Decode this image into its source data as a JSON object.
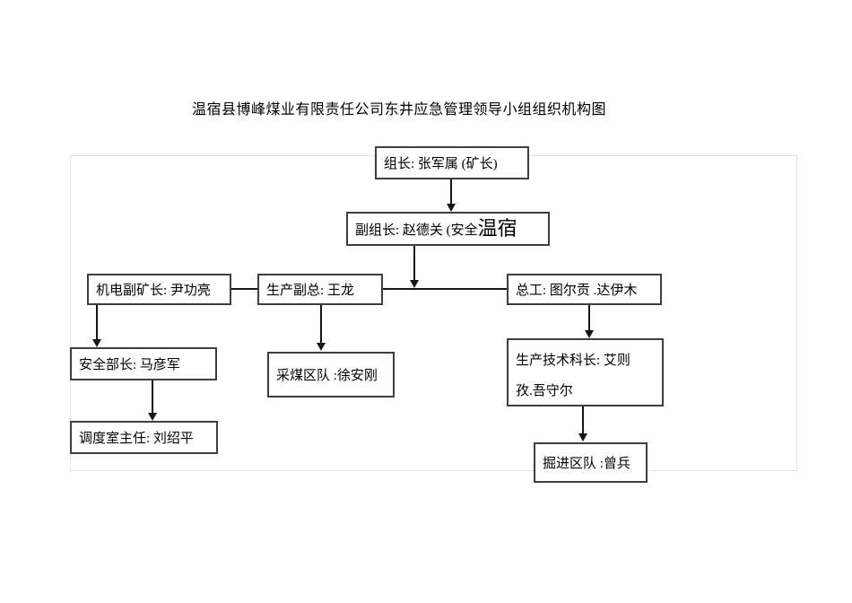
{
  "page": {
    "title": "温宿县博峰煤业有限责任公司东井应急管理领导小组组织机构图"
  },
  "org_chart": {
    "type": "org-chart",
    "nodes": {
      "group_leader": {
        "role": "组长",
        "label": "组长: 张军属 (矿长)"
      },
      "deputy_leader": {
        "role": "副组长",
        "label": "副组长: 赵德关  (安全",
        "label_emphasis": "温宿"
      },
      "mech_deputy": {
        "role": "机电副矿长",
        "label": "机电副矿长:  尹功亮"
      },
      "production_vp": {
        "role": "生产副总",
        "label": "生产副总: 王龙"
      },
      "chief_engineer": {
        "role": "总工",
        "label": "总工: 图尔贡  .达伊木"
      },
      "safety_director": {
        "role": "安全部长",
        "label": "安全部长: 马彦军"
      },
      "mining_team": {
        "role": "采煤区队",
        "label": "采煤区队 :徐安刚"
      },
      "prod_tech_chief": {
        "role": "生产技术科长",
        "label_lines": [
          "生产技术科长: 艾则",
          "孜.吾守尔"
        ]
      },
      "dispatch_director": {
        "role": "调度室主任",
        "label": "调度室主任:  刘绍平"
      },
      "tunneling_team": {
        "role": "掘进区队",
        "label": "掘进区队 :曾兵"
      }
    },
    "edges": [
      [
        "group_leader",
        "deputy_leader"
      ],
      [
        "deputy_leader",
        "row3-bus"
      ],
      [
        "mech_deputy",
        "safety_director"
      ],
      [
        "safety_director",
        "dispatch_director"
      ],
      [
        "production_vp",
        "mining_team"
      ],
      [
        "chief_engineer",
        "prod_tech_chief"
      ],
      [
        "prod_tech_chief",
        "tunneling_team"
      ]
    ],
    "colors": {
      "background": "#ffffff",
      "text": "#000000",
      "node_border": "#3e3e3e",
      "connector": "#151515",
      "frame_border": "#e2e2e2"
    }
  }
}
